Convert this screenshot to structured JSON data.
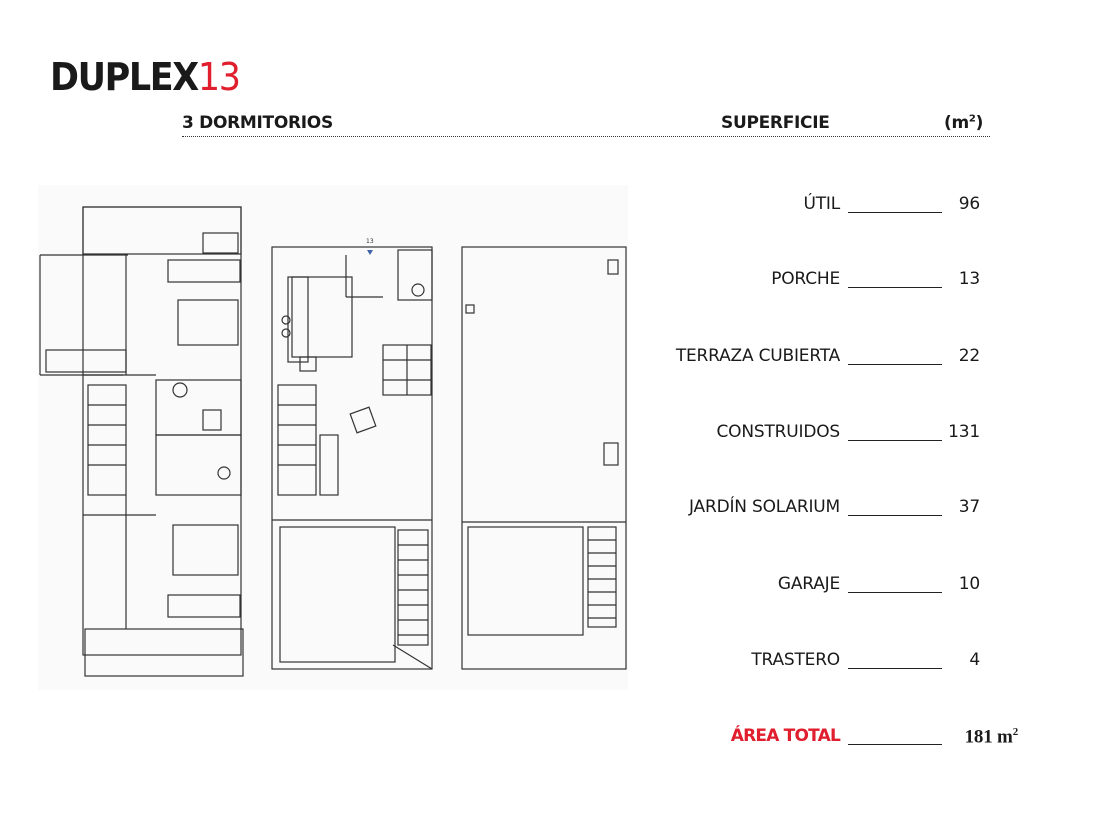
{
  "title": {
    "main": "DUPLEX",
    "number": "13"
  },
  "header": {
    "bedrooms": "3 DORMITORIOS",
    "surface": "SUPERFICIE",
    "unit_prefix": "(m",
    "unit_sup": "2",
    "unit_suffix": ")"
  },
  "plan_annotation": "13",
  "areas": [
    {
      "label": "ÚTIL",
      "value": "96"
    },
    {
      "label": "PORCHE",
      "value": "13"
    },
    {
      "label": "TERRAZA CUBIERTA",
      "value": "22"
    },
    {
      "label": "CONSTRUIDOS",
      "value": "131"
    },
    {
      "label": "JARDÍN SOLARIUM",
      "value": "37"
    },
    {
      "label": "GARAJE",
      "value": "10"
    },
    {
      "label": "TRASTERO",
      "value": "4"
    }
  ],
  "total": {
    "label": "ÁREA TOTAL",
    "value": "181 m",
    "sup": "2"
  },
  "colors": {
    "accent": "#e01e2d",
    "ink": "#1a1a1a"
  }
}
